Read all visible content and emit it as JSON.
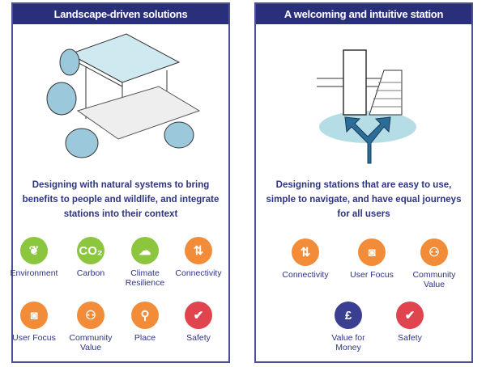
{
  "left": {
    "title": "Landscape-driven solutions",
    "description": "Designing with natural systems to bring benefits to people and wildlife, and integrate stations into their context",
    "items": [
      {
        "label": "Environment",
        "icon": "leaf-hand-icon",
        "color": "#8cc63f",
        "glyph": "❦"
      },
      {
        "label": "Carbon",
        "icon": "co2-icon",
        "color": "#8cc63f",
        "glyph": "CO₂"
      },
      {
        "label": "Climate Resilience",
        "icon": "cloud-rain-icon",
        "color": "#8cc63f",
        "glyph": "☁"
      },
      {
        "label": "Connectivity",
        "icon": "train-arrows-icon",
        "color": "#f28c38",
        "glyph": "⇅"
      },
      {
        "label": "User Focus",
        "icon": "user-frame-icon",
        "color": "#f28c38",
        "glyph": "◙"
      },
      {
        "label": "Community Value",
        "icon": "community-icon",
        "color": "#f28c38",
        "glyph": "⚇"
      },
      {
        "label": "Place",
        "icon": "map-pin-icon",
        "color": "#f28c38",
        "glyph": "⚲"
      },
      {
        "label": "Safety",
        "icon": "shield-check-icon",
        "color": "#e0454f",
        "glyph": "✔"
      }
    ]
  },
  "right": {
    "title": "A welcoming and intuitive station",
    "description": "Designing stations that are easy to use, simple to navigate, and have equal journeys for all users",
    "items": [
      {
        "label": "Connectivity",
        "icon": "train-arrows-icon",
        "color": "#f28c38",
        "glyph": "⇅"
      },
      {
        "label": "User Focus",
        "icon": "user-frame-icon",
        "color": "#f28c38",
        "glyph": "◙"
      },
      {
        "label": "Community Value",
        "icon": "community-icon",
        "color": "#f28c38",
        "glyph": "⚇"
      },
      {
        "label": "Value for Money",
        "icon": "pound-icon",
        "color": "#3b3f91",
        "glyph": "£"
      },
      {
        "label": "Safety",
        "icon": "shield-check-icon",
        "color": "#e0454f",
        "glyph": "✔"
      }
    ]
  }
}
